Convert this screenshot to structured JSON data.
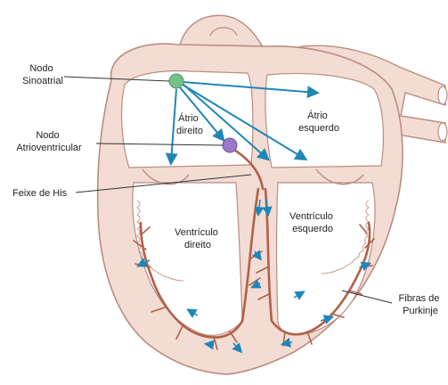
{
  "labels": {
    "sa_node": [
      "Nodo",
      "Sinoatrial"
    ],
    "av_node": [
      "Nodo",
      "Atrioventricular"
    ],
    "bundle_his": "Feixe de His",
    "purkinje": [
      "Fibras de",
      "Purkinje"
    ],
    "right_atrium": [
      "Átrio",
      "direito"
    ],
    "left_atrium": [
      "Átrio",
      "esquerdo"
    ],
    "right_ventricle": [
      "Ventrículo",
      "direito"
    ],
    "left_ventricle": [
      "Ventrículo",
      "esquerdo"
    ]
  },
  "colors": {
    "tissue": "#f3dcd3",
    "tissue_stroke": "#b98d80",
    "chamber": "#ffffff",
    "conduction": "#b06048",
    "arrow": "#1f86b8",
    "sa_node": "#76c08a",
    "av_node": "#9b79c9",
    "leader": "#333333"
  }
}
